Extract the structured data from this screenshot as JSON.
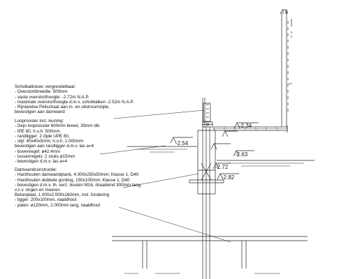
{
  "notes": [
    {
      "title": "Schotbalkstuw, vergrendelbaar:",
      "lines": [
        "- Overstortbreedte: 500mm",
        "- vaste overstorthoogte: -2.72m N.A.P.",
        "- maximale overstorthoogte d.m.v. schotbalken -2.52m N.A.P.",
        "- Rijnlandse Peilschaal aan in- en uitstroomzijde,",
        "  bevestigen aan damwand"
      ]
    },
    {
      "title": "Looprooster incl. leuning:",
      "lines": [
        "- Dejo looprooster 600mm breed, 30mm dik",
        "- IPE 80, h.o.h. 500mm",
        "- randligger: 2 zijde UPE 80,",
        "- stijl: 40x40x5mm; h.o.h. 1.000mm",
        "  bevestigen aan randligger d.m.v. las a=4",
        "- bovenregel: ø42.4mm",
        "- tussenregels: 2 stuks ø15mm",
        "- bevestigen d.m.v. las a=4"
      ]
    },
    {
      "title": "Damwandconstructie:",
      "lines": [
        "- Hardhouten damwandplank, 4.000x250x50mm; Klasse 1, D40",
        "- Hardhouten dubbele gording, 150x100mm; Klasse 1, D40",
        "- bevestigen d.m.v. th. verz. bouten M16, draadeind 300mm lang,",
        "  v.z.v. ringen en moeren"
      ]
    },
    {
      "title": "Betonplaat, 1.000x2.000x160mm, incl. fundering",
      "lines": [
        "- ligger: 200x100mm, naaldhout",
        "- palen: ø120mm, 2.000mm lang, naaldhout"
      ]
    }
  ],
  "levels": {
    "a": "-2.34",
    "b": "-2.54",
    "c": "-2.63",
    "d": "-2.72",
    "e": "-2.82"
  }
}
